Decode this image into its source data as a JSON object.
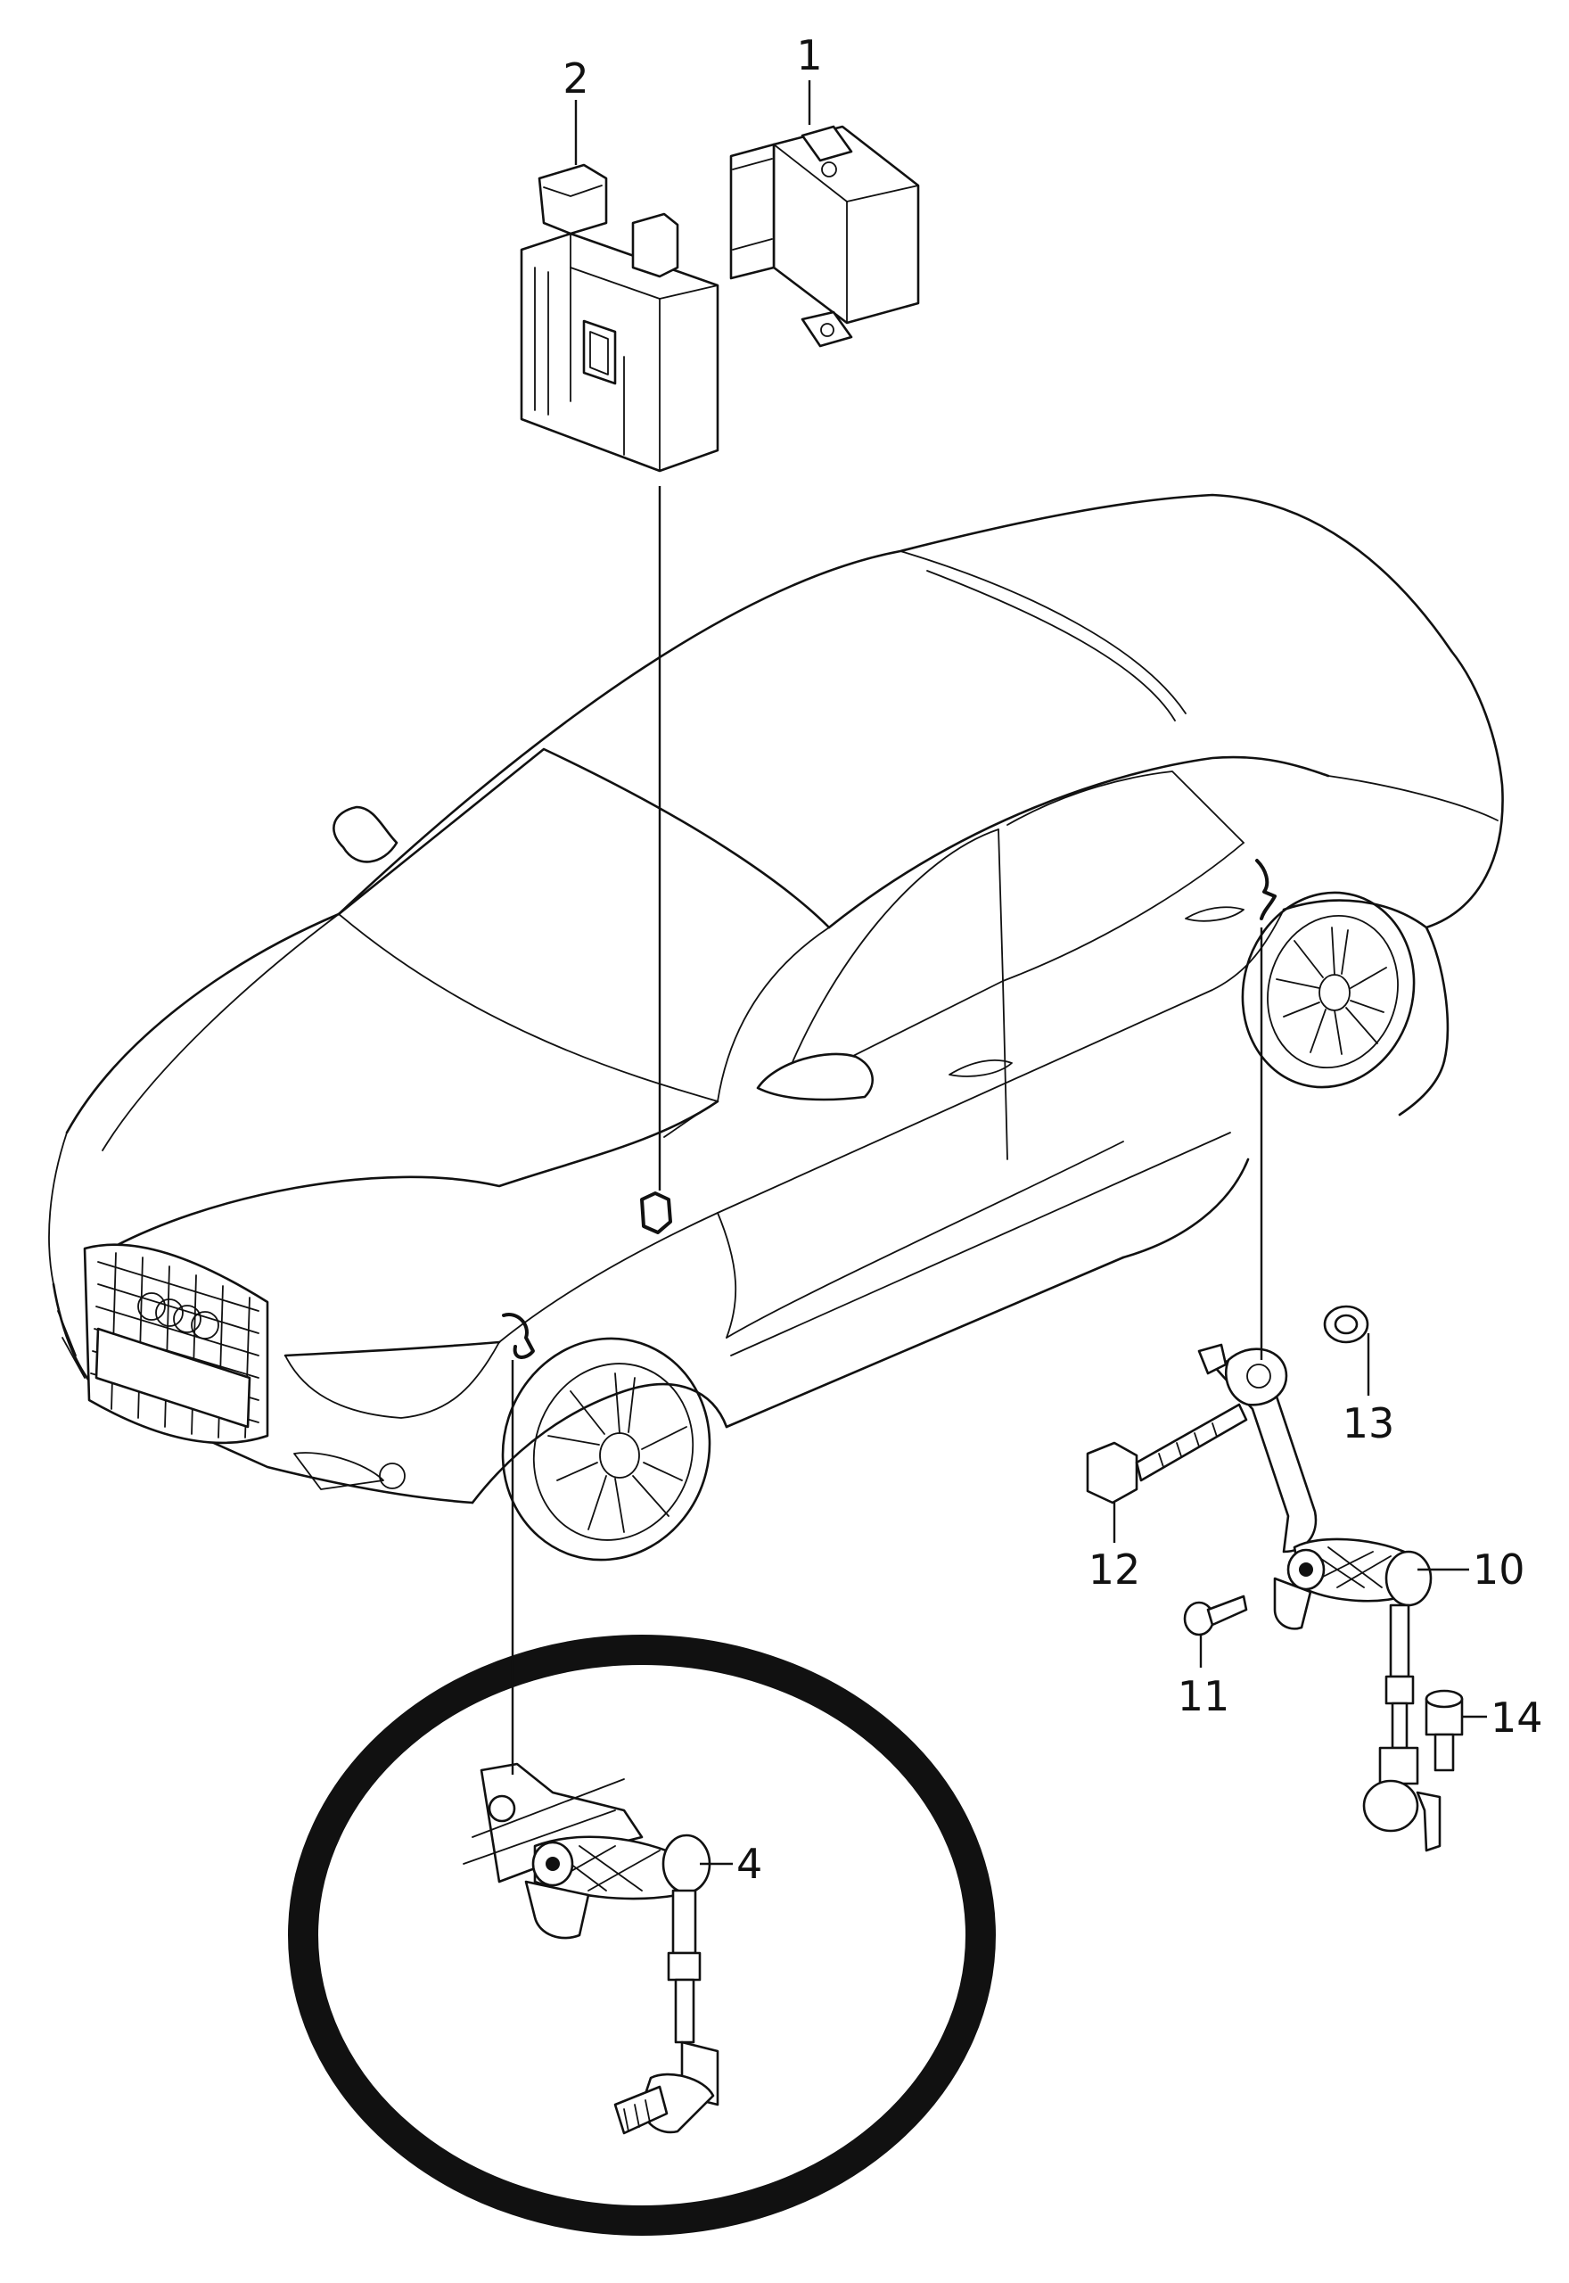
{
  "callouts": {
    "c1": "1",
    "c2": "2",
    "c4": "4",
    "c10": "10",
    "c11": "11",
    "c12": "12",
    "c13": "13",
    "c14": "14"
  }
}
